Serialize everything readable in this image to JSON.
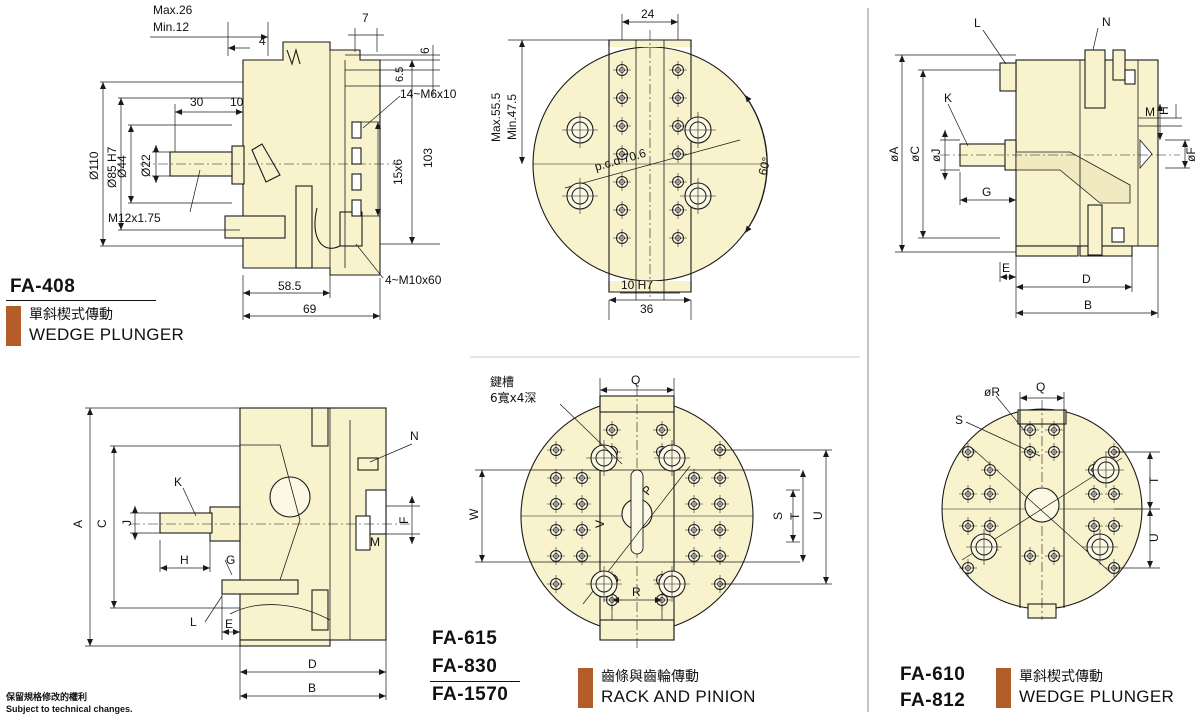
{
  "groups": {
    "fa408": {
      "model": "FA-408",
      "zh": "單斜楔式傳動",
      "en": "WEDGE PLUNGER",
      "dims": {
        "max26": "Max.26",
        "min12": "Min.12",
        "d4": "4",
        "d7": "7",
        "d6": "6",
        "d65": "6.5",
        "d30": "30",
        "d10": "10",
        "m6": "14~M6x10",
        "d110": "Ø110",
        "d85": "Ø85 H7",
        "d44": "Ø44",
        "d22": "Ø22",
        "d15x6": "15x6",
        "d103": "103",
        "m12": "M12x1.75",
        "m10": "4~M10x60",
        "d585": "58.5",
        "d69": "69"
      }
    },
    "fa408_top": {
      "dims": {
        "d24": "24",
        "max555": "Max.55.5",
        "min475": "Min.47.5",
        "pcd": "p.c.d 70.6",
        "deg60": "60°",
        "h7": "10 H7",
        "d36": "36"
      }
    },
    "fa610": {
      "model_a": "FA-610",
      "model_b": "FA-812",
      "zh": "單斜楔式傳動",
      "en": "WEDGE PLUNGER",
      "letters": {
        "L": "L",
        "N": "N",
        "K": "K",
        "A": "øA",
        "C": "øC",
        "J": "øJ",
        "G": "G",
        "M": "M",
        "H": "H",
        "F": "øF",
        "E": "E",
        "D": "D",
        "B": "B"
      }
    },
    "fa610_top": {
      "letters": {
        "R": "øR",
        "Q": "Q",
        "S": "S",
        "T": "T",
        "U": "U"
      }
    },
    "fa615_side": {
      "letters": {
        "N": "N",
        "K": "K",
        "A": "A",
        "C": "C",
        "J": "J",
        "F": "F",
        "M": "M",
        "H": "H",
        "G": "G",
        "L": "L",
        "E": "E",
        "D": "D",
        "B": "B"
      }
    },
    "fa615": {
      "model_a": "FA-615",
      "model_b": "FA-830",
      "model_c": "FA-1570",
      "zh": "齒條與齒輪傳動",
      "en": "RACK AND PINION",
      "keyway_1": "鍵槽",
      "keyway_2": "6寬x4深",
      "letters": {
        "Q": "Q",
        "W": "W",
        "V": "V",
        "P": "P",
        "S": "S",
        "T": "T",
        "U": "U",
        "R": "R"
      }
    }
  },
  "footnote": {
    "zh": "保留規格修改的權利",
    "en": "Subject to technical changes."
  },
  "colors": {
    "body": "#f8f3cd",
    "accent": "#b25d2a",
    "line": "#1a1a1a"
  }
}
